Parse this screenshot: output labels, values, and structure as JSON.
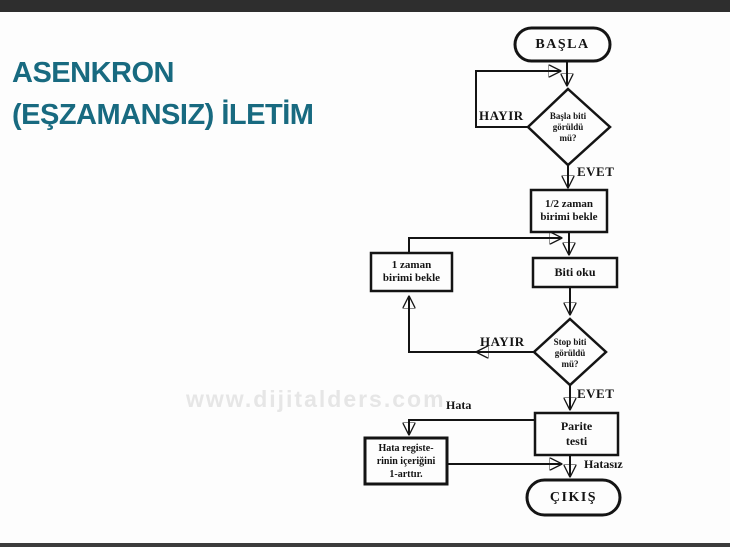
{
  "slide": {
    "title_line1": "ASENKRON",
    "title_line2": "(EŞZAMANSIZ) İLETİM",
    "watermark": "www.dijitalders.com"
  },
  "flowchart": {
    "start_label": "BAŞLA",
    "end_label": "ÇIKIŞ",
    "decision_start_bit": {
      "l1": "Başla biti",
      "l2": "görüldü",
      "l3": "mü?"
    },
    "wait_half": {
      "l1": "1/2 zaman",
      "l2": "birimi bekle"
    },
    "read_bit": "Biti oku",
    "wait_one": {
      "l1": "1 zaman",
      "l2": "birimi bekle"
    },
    "decision_stop_bit": {
      "l1": "Stop biti",
      "l2": "görüldü",
      "l3": "mü?"
    },
    "parity": {
      "l1": "Parite",
      "l2": "testi"
    },
    "error_register": {
      "l1": "Hata registe-",
      "l2": "rinin içeriğini",
      "l3": "1-arttır."
    },
    "labels": {
      "no_start": "HAYIR",
      "yes_start": "EVET",
      "no_stop": "HAYIR",
      "yes_stop": "EVET",
      "error": "Hata",
      "ok": "Hatasız"
    }
  },
  "colors": {
    "title": "#186A80",
    "ink": "#141414",
    "watermark": "#E6E6E6",
    "top_bar": "#2E2E2E"
  }
}
